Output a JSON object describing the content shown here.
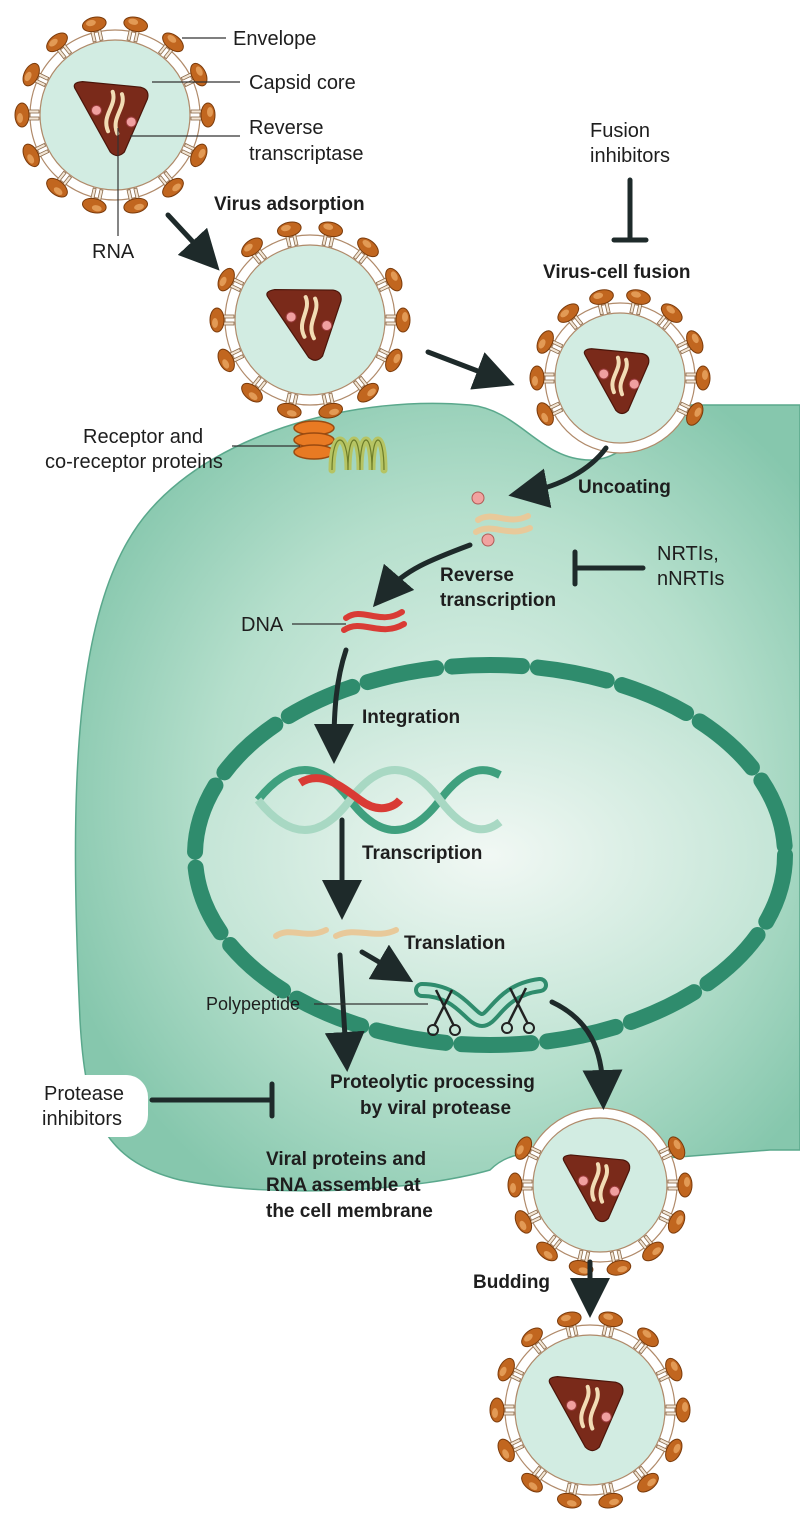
{
  "labels": {
    "envelope": "Envelope",
    "capsid_core": "Capsid core",
    "reverse_transcriptase": [
      "Reverse",
      "transcriptase"
    ],
    "rna": "RNA",
    "virus_adsorption": "Virus adsorption",
    "fusion_inhibitors": [
      "Fusion",
      "inhibitors"
    ],
    "virus_cell_fusion": "Virus-cell fusion",
    "receptor": [
      "Receptor and",
      "co-receptor proteins"
    ],
    "uncoating": "Uncoating",
    "reverse_transcription": [
      "Reverse",
      "transcription"
    ],
    "nrtis": [
      "NRTIs,",
      "nNRTIs"
    ],
    "dna": "DNA",
    "integration": "Integration",
    "transcription": "Transcription",
    "translation": "Translation",
    "polypeptide": "Polypeptide",
    "proteolytic": [
      "Proteolytic processing",
      "by viral protease"
    ],
    "protease_inhibitors": [
      "Protease",
      "inhibitors"
    ],
    "assemble": [
      "Viral proteins and",
      "RNA assemble at",
      "the cell membrane"
    ],
    "budding": "Budding"
  },
  "colors": {
    "cell": "#8fcdb5",
    "nucleus_border": "#2f8c6d",
    "virion_inner": "#d2ece2",
    "capsid": "#7a2a1a",
    "spike": "#c1661f",
    "arrow": "#1e2a2a"
  }
}
